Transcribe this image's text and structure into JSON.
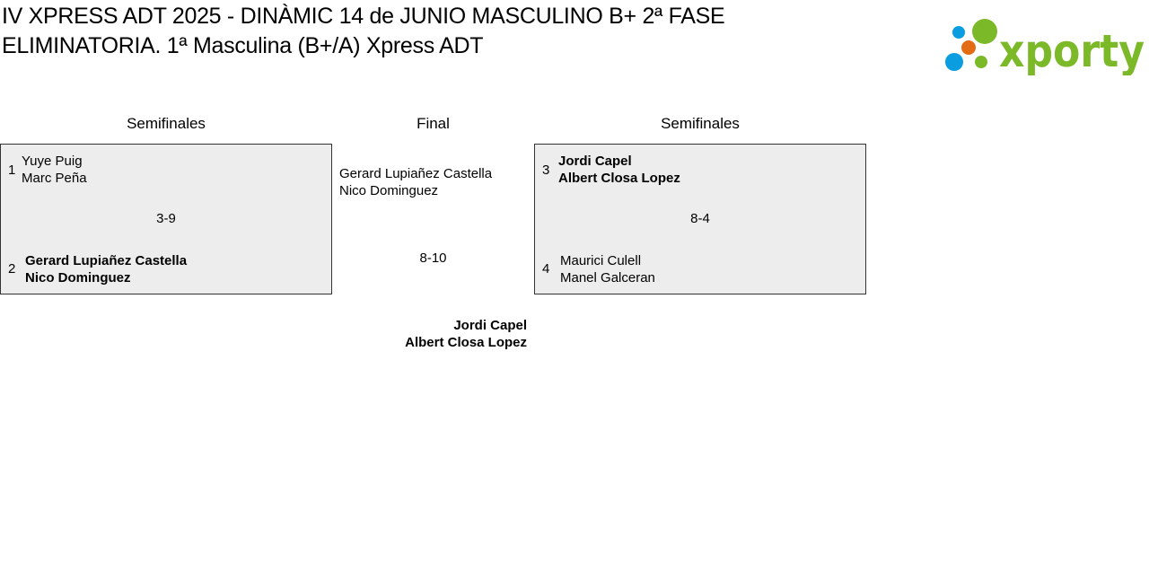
{
  "title": "IV XPRESS ADT 2025 - DINÀMIC 14 de JUNIO MASCULINO B+ 2ª FASE ELIMINATORIA. 1ª Masculina (B+/A) Xpress ADT",
  "logo_text": "xporty",
  "columns": {
    "left": "Semifinales",
    "center": "Final",
    "right": "Semifinales"
  },
  "semi1": {
    "score": "3-9",
    "team1": {
      "seed": "1",
      "p1": "Yuye Puig",
      "p2": "Marc Peña"
    },
    "team2": {
      "seed": "2",
      "p1": "Gerard Lupiañez Castella",
      "p2": "Nico Dominguez"
    }
  },
  "semi2": {
    "score": "8-4",
    "team1": {
      "seed": "3",
      "p1": "Jordi Capel",
      "p2": "Albert Closa Lopez"
    },
    "team2": {
      "seed": "4",
      "p1": "Maurici Culell",
      "p2": "Manel Galceran"
    }
  },
  "final": {
    "team1": {
      "p1": "Gerard Lupiañez Castella",
      "p2": "Nico Dominguez"
    },
    "score": "8-10",
    "winner": {
      "p1": "Jordi Capel",
      "p2": "Albert Closa Lopez"
    }
  }
}
